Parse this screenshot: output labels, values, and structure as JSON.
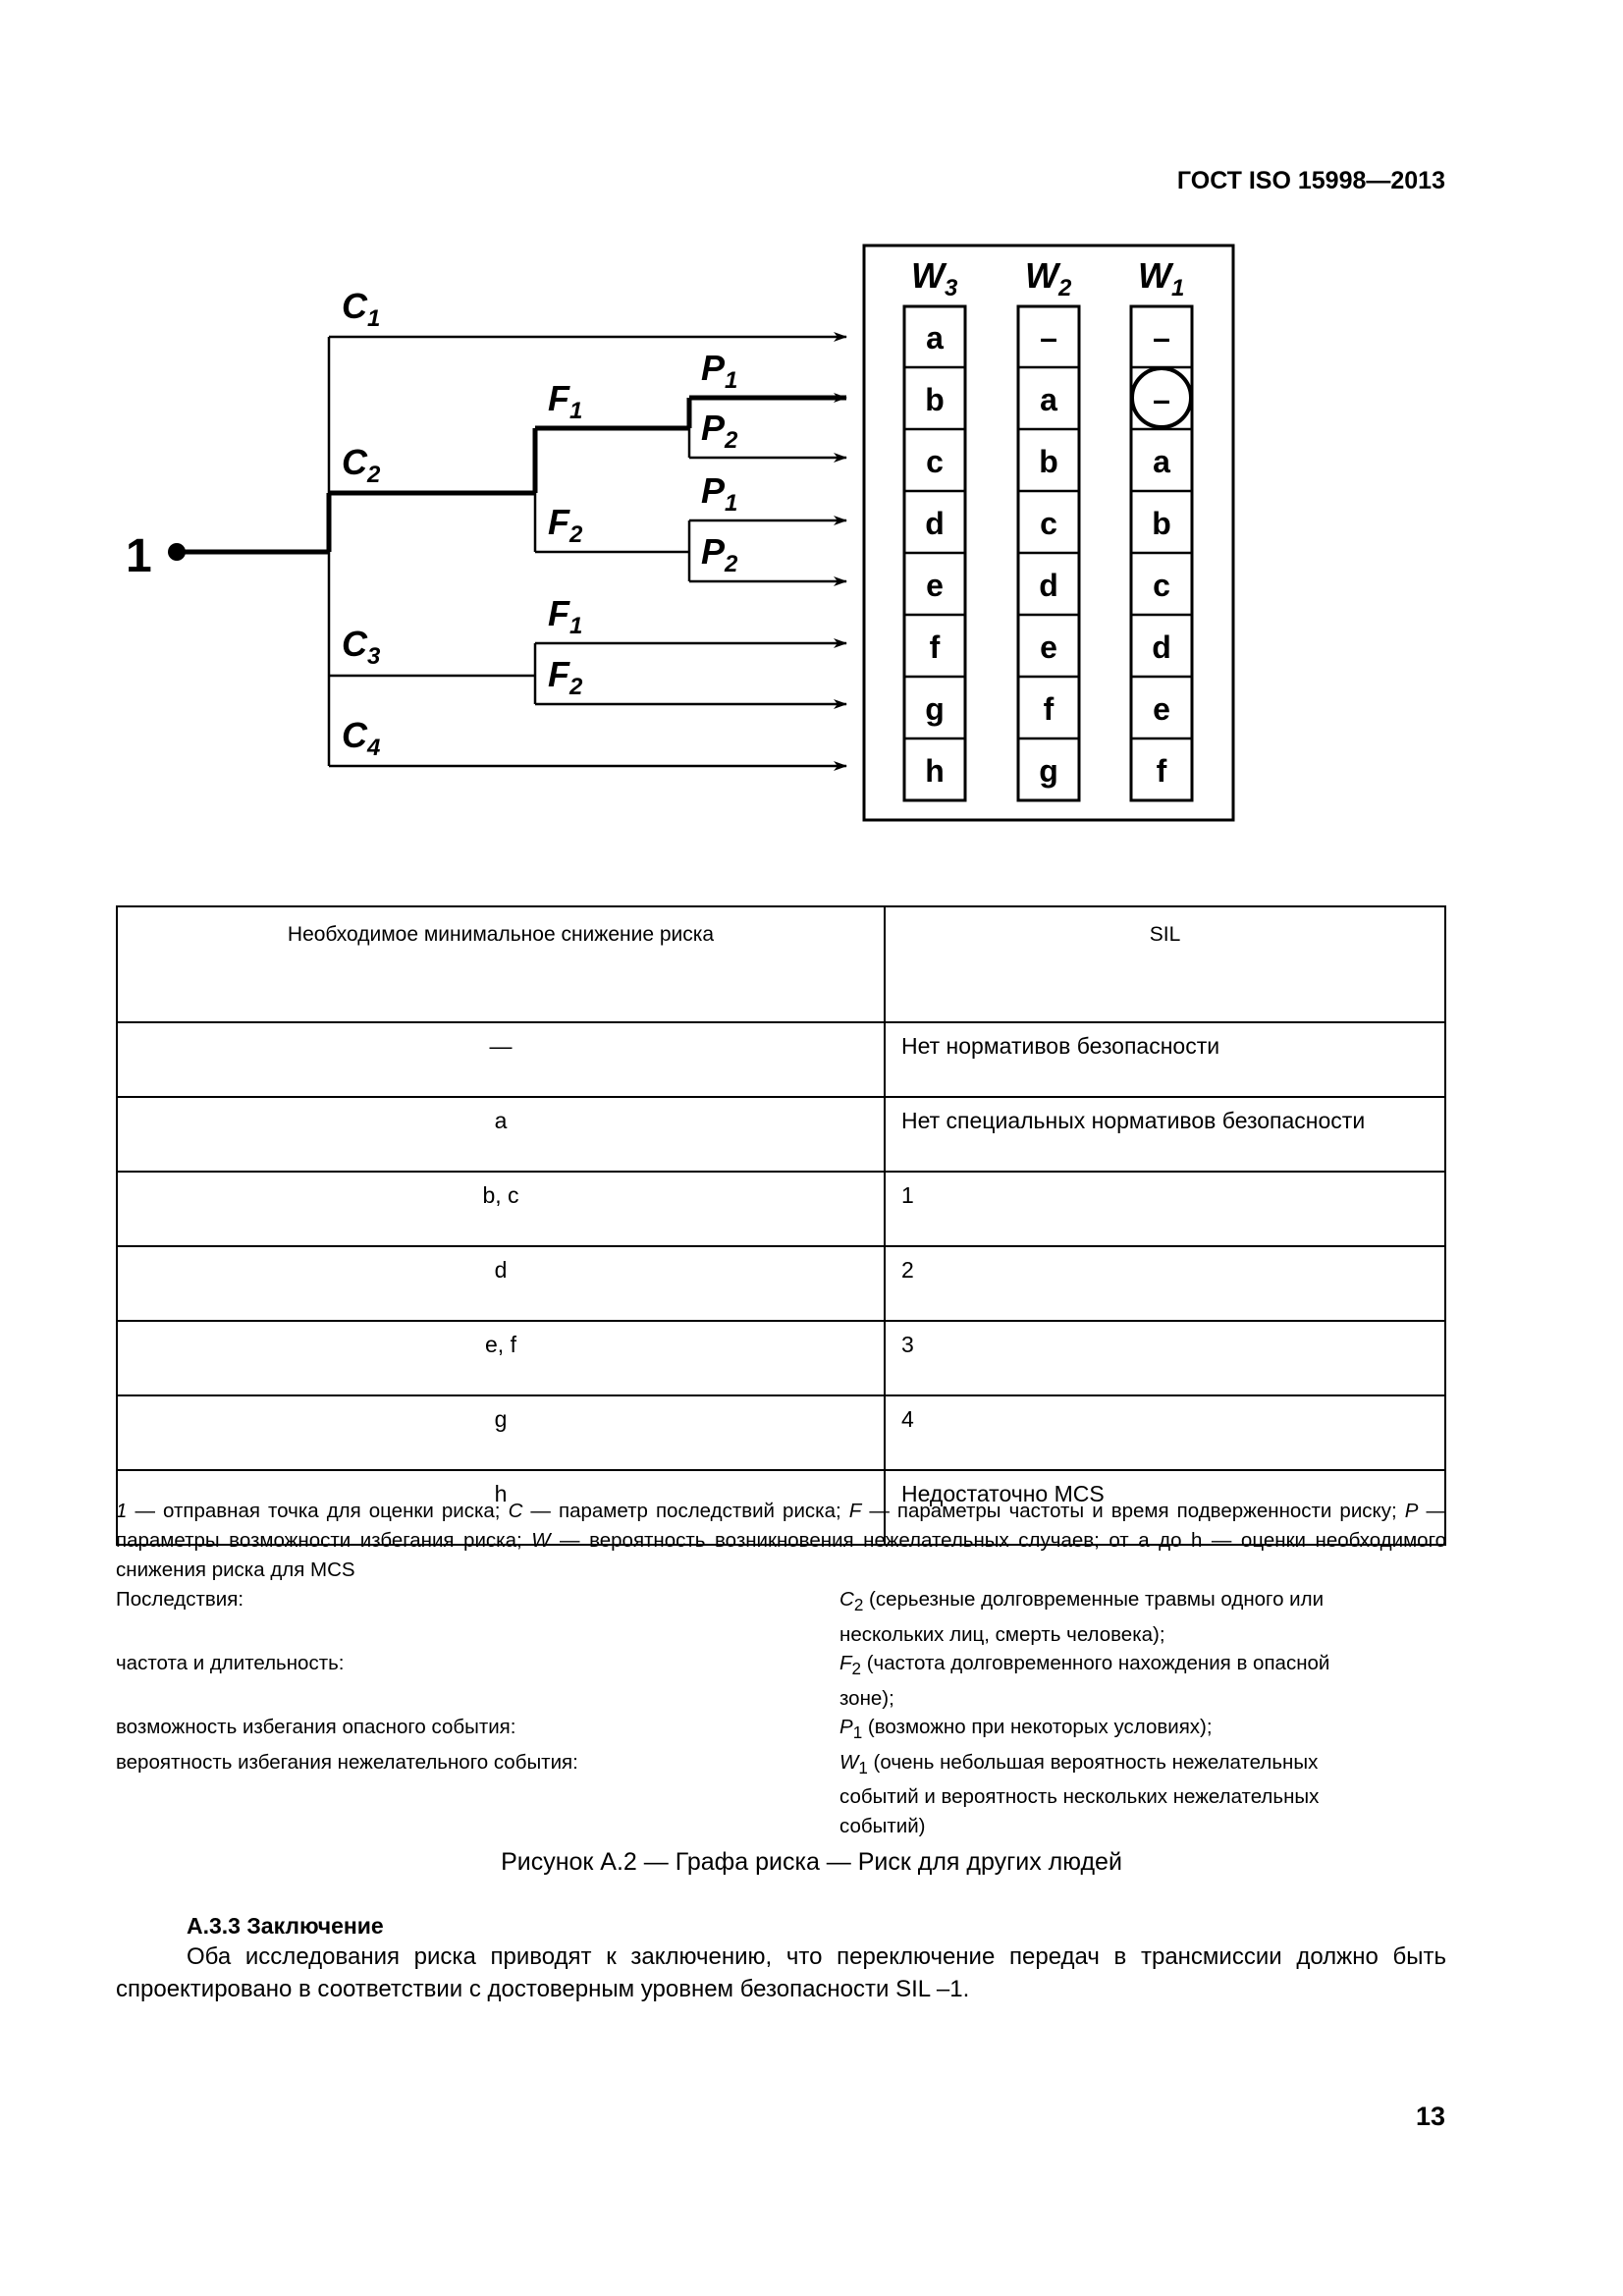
{
  "header": {
    "doc_id": "ГОСТ ISO 15998—2013"
  },
  "diagram": {
    "start_label": "1",
    "c_params": [
      {
        "letter": "C",
        "sub": "1"
      },
      {
        "letter": "C",
        "sub": "2"
      },
      {
        "letter": "C",
        "sub": "3"
      },
      {
        "letter": "C",
        "sub": "4"
      }
    ],
    "f_params": [
      {
        "letter": "F",
        "sub": "1"
      },
      {
        "letter": "F",
        "sub": "2"
      },
      {
        "letter": "F",
        "sub": "1"
      },
      {
        "letter": "F",
        "sub": "2"
      }
    ],
    "p_params": [
      {
        "letter": "P",
        "sub": "1"
      },
      {
        "letter": "P",
        "sub": "2"
      },
      {
        "letter": "P",
        "sub": "1"
      },
      {
        "letter": "P",
        "sub": "2"
      }
    ],
    "w_columns": [
      {
        "letter": "W",
        "sub": "3",
        "cells": [
          "a",
          "b",
          "c",
          "d",
          "e",
          "f",
          "g",
          "h"
        ]
      },
      {
        "letter": "W",
        "sub": "2",
        "cells": [
          "–",
          "a",
          "b",
          "c",
          "d",
          "e",
          "f",
          "g"
        ]
      },
      {
        "letter": "W",
        "sub": "1",
        "cells": [
          "–",
          "–",
          "a",
          "b",
          "c",
          "d",
          "e",
          "f"
        ]
      }
    ]
  },
  "table": {
    "headers": [
      "Необходимое минимальное снижение риска",
      "SIL"
    ],
    "rows": [
      [
        "—",
        "Нет нормативов безопасности"
      ],
      [
        "a",
        "Нет специальных нормативов безопасности"
      ],
      [
        "b, c",
        "1"
      ],
      [
        "d",
        "2"
      ],
      [
        "e, f",
        "3"
      ],
      [
        "g",
        "4"
      ],
      [
        "h",
        "Недостаточно MCS"
      ]
    ]
  },
  "legend": {
    "k1": "1",
    "t1": " — отправная точка для оценки риска; ",
    "k2": "C",
    "t2": " — параметр последствий риска; ",
    "k3": "F",
    "t3": " — параметры частоты и время подверженности риску; ",
    "k4": "P",
    "t4": " — параметры возможности избегания риска; ",
    "k5": "W",
    "t5": " — вероятность возникновения нежелательных случаев; от a до h — оценки необходимого снижения риска для MCS"
  },
  "params": [
    {
      "label": "Последствия:",
      "sym": "C",
      "sub": "2",
      "desc": " (серьезные долговременные травмы одного или нескольких лиц, смерть человека);"
    },
    {
      "label": "частота и длительность:",
      "sym": "F",
      "sub": "2",
      "desc": " (частота долговременного нахождения в опасной зоне);"
    },
    {
      "label": "возможность избегания опасного события:",
      "sym": "P",
      "sub": "1",
      "desc": " (возможно при некоторых условиях);"
    },
    {
      "label": "вероятность избегания нежелательного события:",
      "sym": "W",
      "sub": "1",
      "desc": " (очень небольшая вероятность нежелательных событий и вероятность нескольких нежелательных событий)"
    }
  ],
  "caption": "Рисунок А.2 — Графа риска — Риск для других людей",
  "section": {
    "title": "А.3.3 Заключение",
    "body": "Оба исследования риска приводят к заключению, что переключение передач в трансмиссии должно быть спроектировано в соответствии с достоверным уровнем безопасности SIL –1."
  },
  "page_number": "13"
}
